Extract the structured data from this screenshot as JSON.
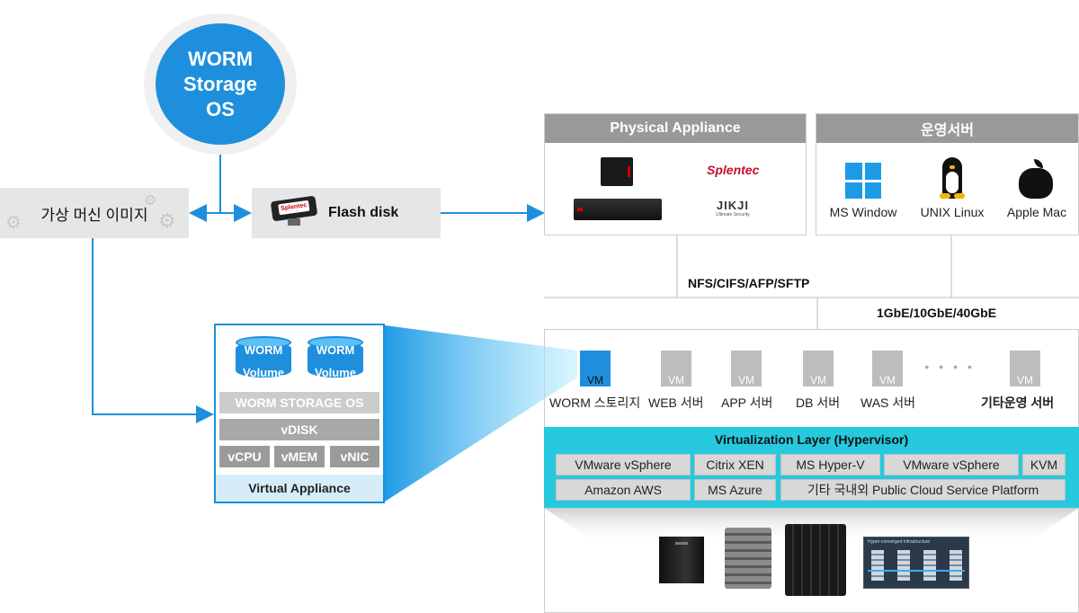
{
  "worm_os": {
    "label": "WORM\nStorage\nOS"
  },
  "vm_image": {
    "label": "가상 머신 이미지"
  },
  "flash_disk": {
    "label": "Flash disk",
    "logo": "Splentec"
  },
  "physical_appliance": {
    "header": "Physical Appliance",
    "logos": [
      "Splentec",
      "JIKJI",
      "Ultimate Security"
    ]
  },
  "ops_server": {
    "header": "운영서버",
    "items": [
      {
        "label": "MS Window",
        "icon": "windows-icon"
      },
      {
        "label": "UNIX Linux",
        "icon": "tux-icon"
      },
      {
        "label": "Apple Mac",
        "icon": "apple-icon"
      }
    ]
  },
  "protocols": {
    "file": "NFS/CIFS/AFP/SFTP",
    "network": "1GbE/10GbE/40GbE"
  },
  "vms": [
    {
      "icon_label": "VM",
      "label": "WORM 스토리지",
      "active": true
    },
    {
      "icon_label": "VM",
      "label": "WEB 서버"
    },
    {
      "icon_label": "VM",
      "label": "APP 서버"
    },
    {
      "icon_label": "VM",
      "label": "DB 서버"
    },
    {
      "icon_label": "VM",
      "label": "WAS 서버"
    },
    {
      "icon_label": "VM",
      "label": "기타운영 서버"
    }
  ],
  "ellipsis": "● ● ● ●",
  "virtualization": {
    "title": "Virtualization Layer (Hypervisor)",
    "row1": [
      "VMware vSphere",
      "Citrix XEN",
      "MS Hyper-V",
      "VMware vSphere",
      "KVM"
    ],
    "row2": [
      "Amazon AWS",
      "MS Azure",
      "기타 국내외 Public Cloud Service Platform"
    ]
  },
  "hyperconverged": {
    "label": "Hyper-converged Infrastructure"
  },
  "virtual_appliance": {
    "volumes": [
      "WORM\nVolume",
      "WORM\nVolume"
    ],
    "os": "WORM STORAGE OS",
    "vdisk": "vDISK",
    "resources": [
      "vCPU",
      "vMEM",
      "vNIC"
    ],
    "footer": "Virtual Appliance"
  },
  "colors": {
    "accent": "#1e8fdc",
    "cyan": "#26c9dd",
    "header_gray": "#999999",
    "box_gray": "#e6e6e6"
  }
}
